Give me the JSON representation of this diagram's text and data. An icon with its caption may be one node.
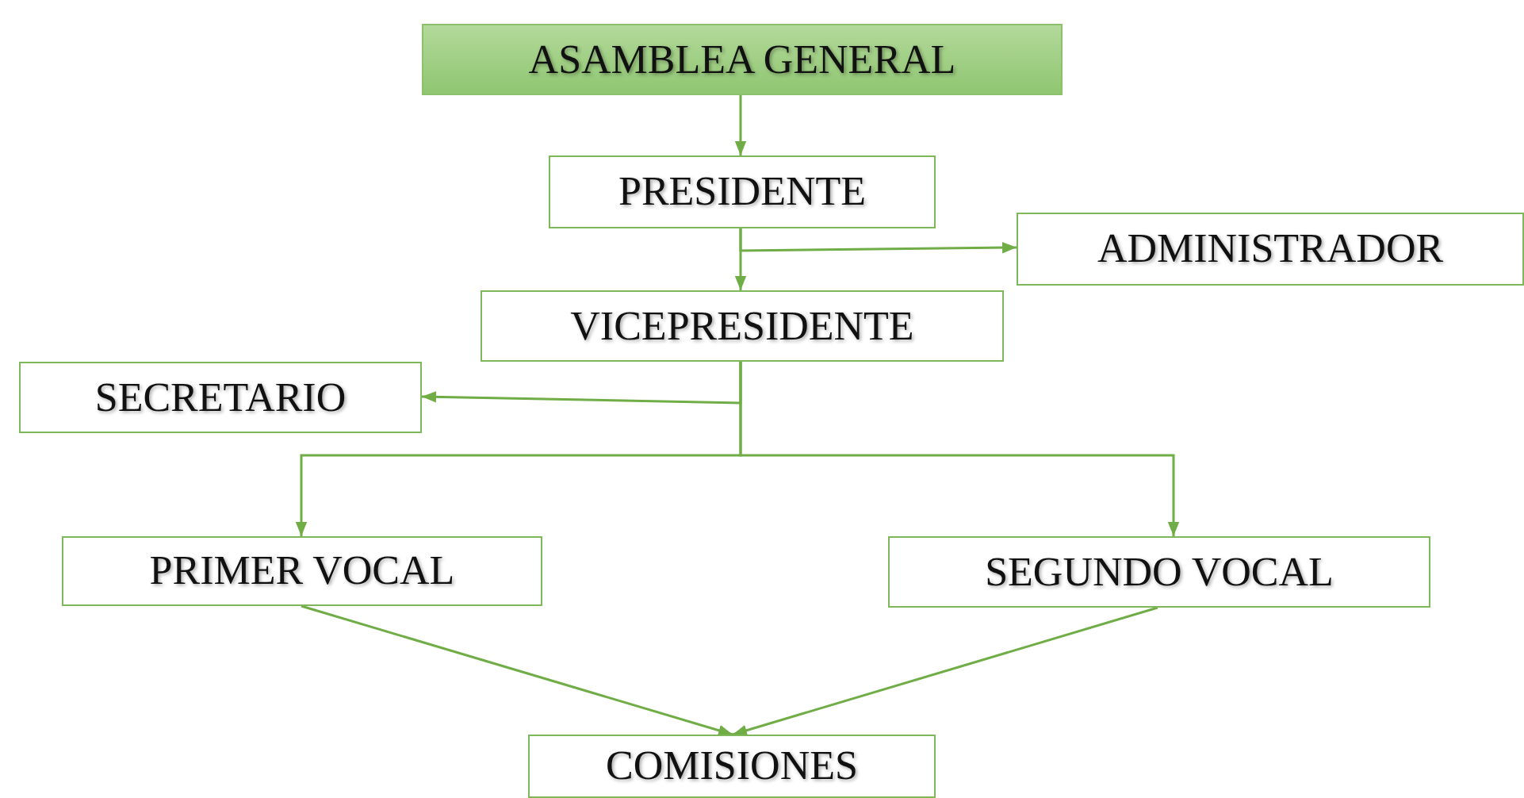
{
  "diagram": {
    "nodes": [
      {
        "text": [
          "ASAMBLEA GENERAL"
        ]
      },
      {
        "text": [
          "PRESIDENTE"
        ]
      },
      {
        "text": [
          "ADMINISTRADOR"
        ]
      },
      {
        "text": [
          "VICEPRESIDENTE"
        ]
      },
      {
        "text": [
          "SECRETARIO"
        ]
      },
      {
        "text": [
          "PRIMER VOCAL"
        ]
      },
      {
        "text": [
          "SEGUNDO VOCAL"
        ]
      },
      {
        "text": [
          "COMISIONES"
        ]
      }
    ],
    "edges": [
      {
        "from": 0,
        "to": 1,
        "arrow": "to"
      },
      {
        "from": 1,
        "to": 3,
        "arrow": "to"
      },
      {
        "from": 1,
        "to": 2,
        "arrow": "to"
      },
      {
        "from": 3,
        "to": 4,
        "arrow": "to"
      },
      {
        "from": 3,
        "to": 5,
        "arrow": "to"
      },
      {
        "from": 3,
        "to": 6,
        "arrow": "to"
      },
      {
        "from": 5,
        "to": 7,
        "arrow": "to"
      },
      {
        "from": 6,
        "to": 7,
        "arrow": "to"
      }
    ]
  }
}
